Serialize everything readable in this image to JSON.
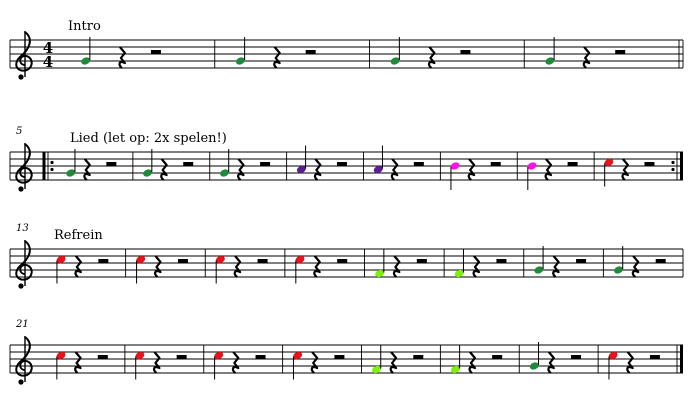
{
  "colors": {
    "G": "#1e8a3c",
    "A": "#5a1e96",
    "B": "#ff12e6",
    "C": "#e8121a",
    "F": "#7cf20a"
  },
  "time_signature": {
    "top": "4",
    "bottom": "4"
  },
  "systems": [
    {
      "measure_number": "",
      "section_title": "Intro",
      "start_repeat": false,
      "end": "double",
      "notes": [
        "G",
        "G",
        "G",
        "G"
      ]
    },
    {
      "measure_number": "5",
      "section_title": "Lied (let op: 2x spelen!)",
      "start_repeat": true,
      "end": "repeat",
      "notes": [
        "G",
        "G",
        "G",
        "A",
        "A",
        "B",
        "B",
        "C"
      ]
    },
    {
      "measure_number": "13",
      "section_title": "Refrein",
      "start_repeat": false,
      "end": "none",
      "notes": [
        "C",
        "C",
        "C",
        "C",
        "F",
        "F",
        "G",
        "G"
      ]
    },
    {
      "measure_number": "21",
      "section_title": "",
      "start_repeat": false,
      "end": "final",
      "notes": [
        "C",
        "C",
        "C",
        "C",
        "F",
        "F",
        "G",
        "C"
      ]
    }
  ]
}
